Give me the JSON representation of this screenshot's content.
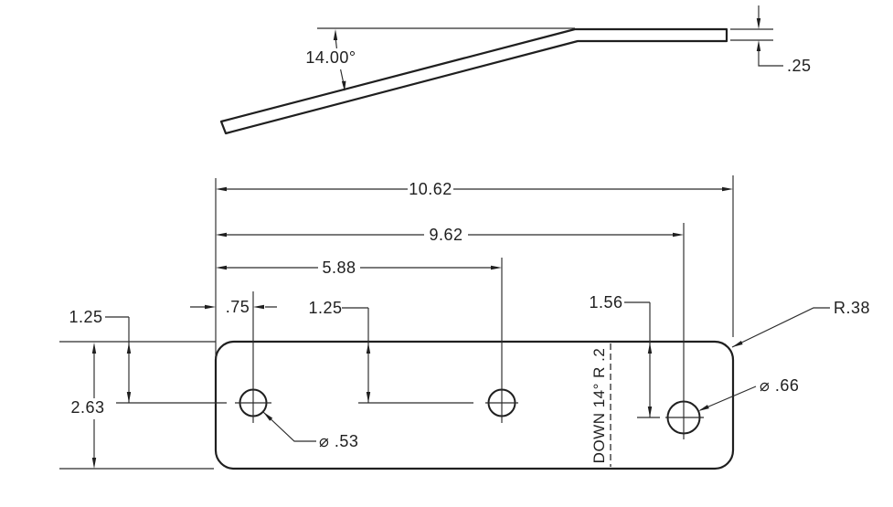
{
  "side_view": {
    "angle": "14.00°",
    "thickness": ".25"
  },
  "plan_view": {
    "overall_length": "10.62",
    "hole3_from_left": "9.62",
    "hole2_from_left": "5.88",
    "hole1_from_left": ".75",
    "hole1_from_top": "1.25",
    "hole2_from_top": "1.25",
    "hole3_from_top": "1.56",
    "plate_width": "2.63",
    "corner_radius": "R.38",
    "small_hole_diameter": "⌀ .53",
    "large_hole_diameter": "⌀ .66",
    "bend_note": "DOWN 14° R .2"
  },
  "colors": {
    "line": "#1f1f1f",
    "background": "#ffffff"
  }
}
